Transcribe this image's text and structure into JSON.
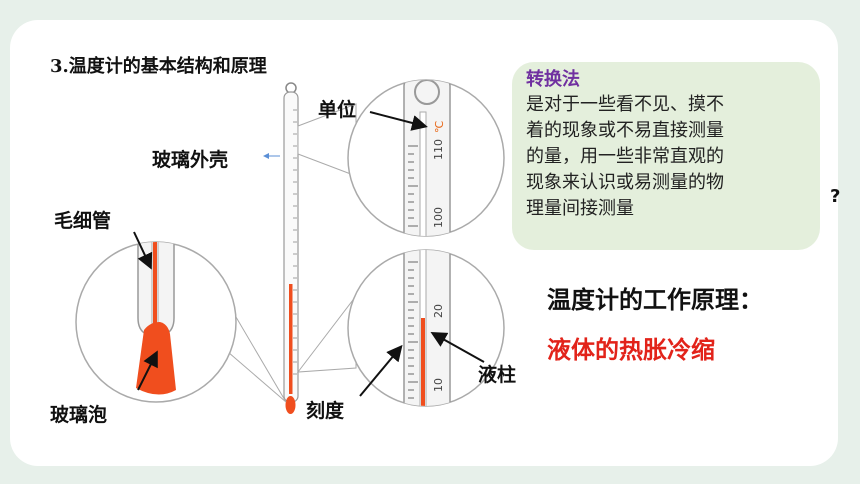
{
  "slide": {
    "title": "3.温度计的基本结构和原理",
    "labels": {
      "unit": "单位",
      "glass_shell": "玻璃外壳",
      "capillary": "毛细管",
      "bulb": "玻璃泡",
      "scale": "刻度",
      "liquid_column": "液柱"
    },
    "scale_marks": {
      "top_110": "110",
      "top_100": "100",
      "bottom_20": "20",
      "bottom_10": "10",
      "unit_symbol": "℃"
    },
    "method_box": {
      "title": "转换法",
      "lines": [
        "是对于一些看不见、摸不",
        "着的现象或不易直接测量",
        "的量，用一些非常直观的",
        "现象来认识或易测量的物",
        "理量间接测量"
      ]
    },
    "principle_title": "温度计的工作原理：",
    "principle_text": "液体的热胀冷缩",
    "question_mark": "?"
  },
  "colors": {
    "liquid": "#f04e1e",
    "principle_text": "#e2231a",
    "box_title": "#7030a0",
    "box_bg": "#e4efdc"
  }
}
